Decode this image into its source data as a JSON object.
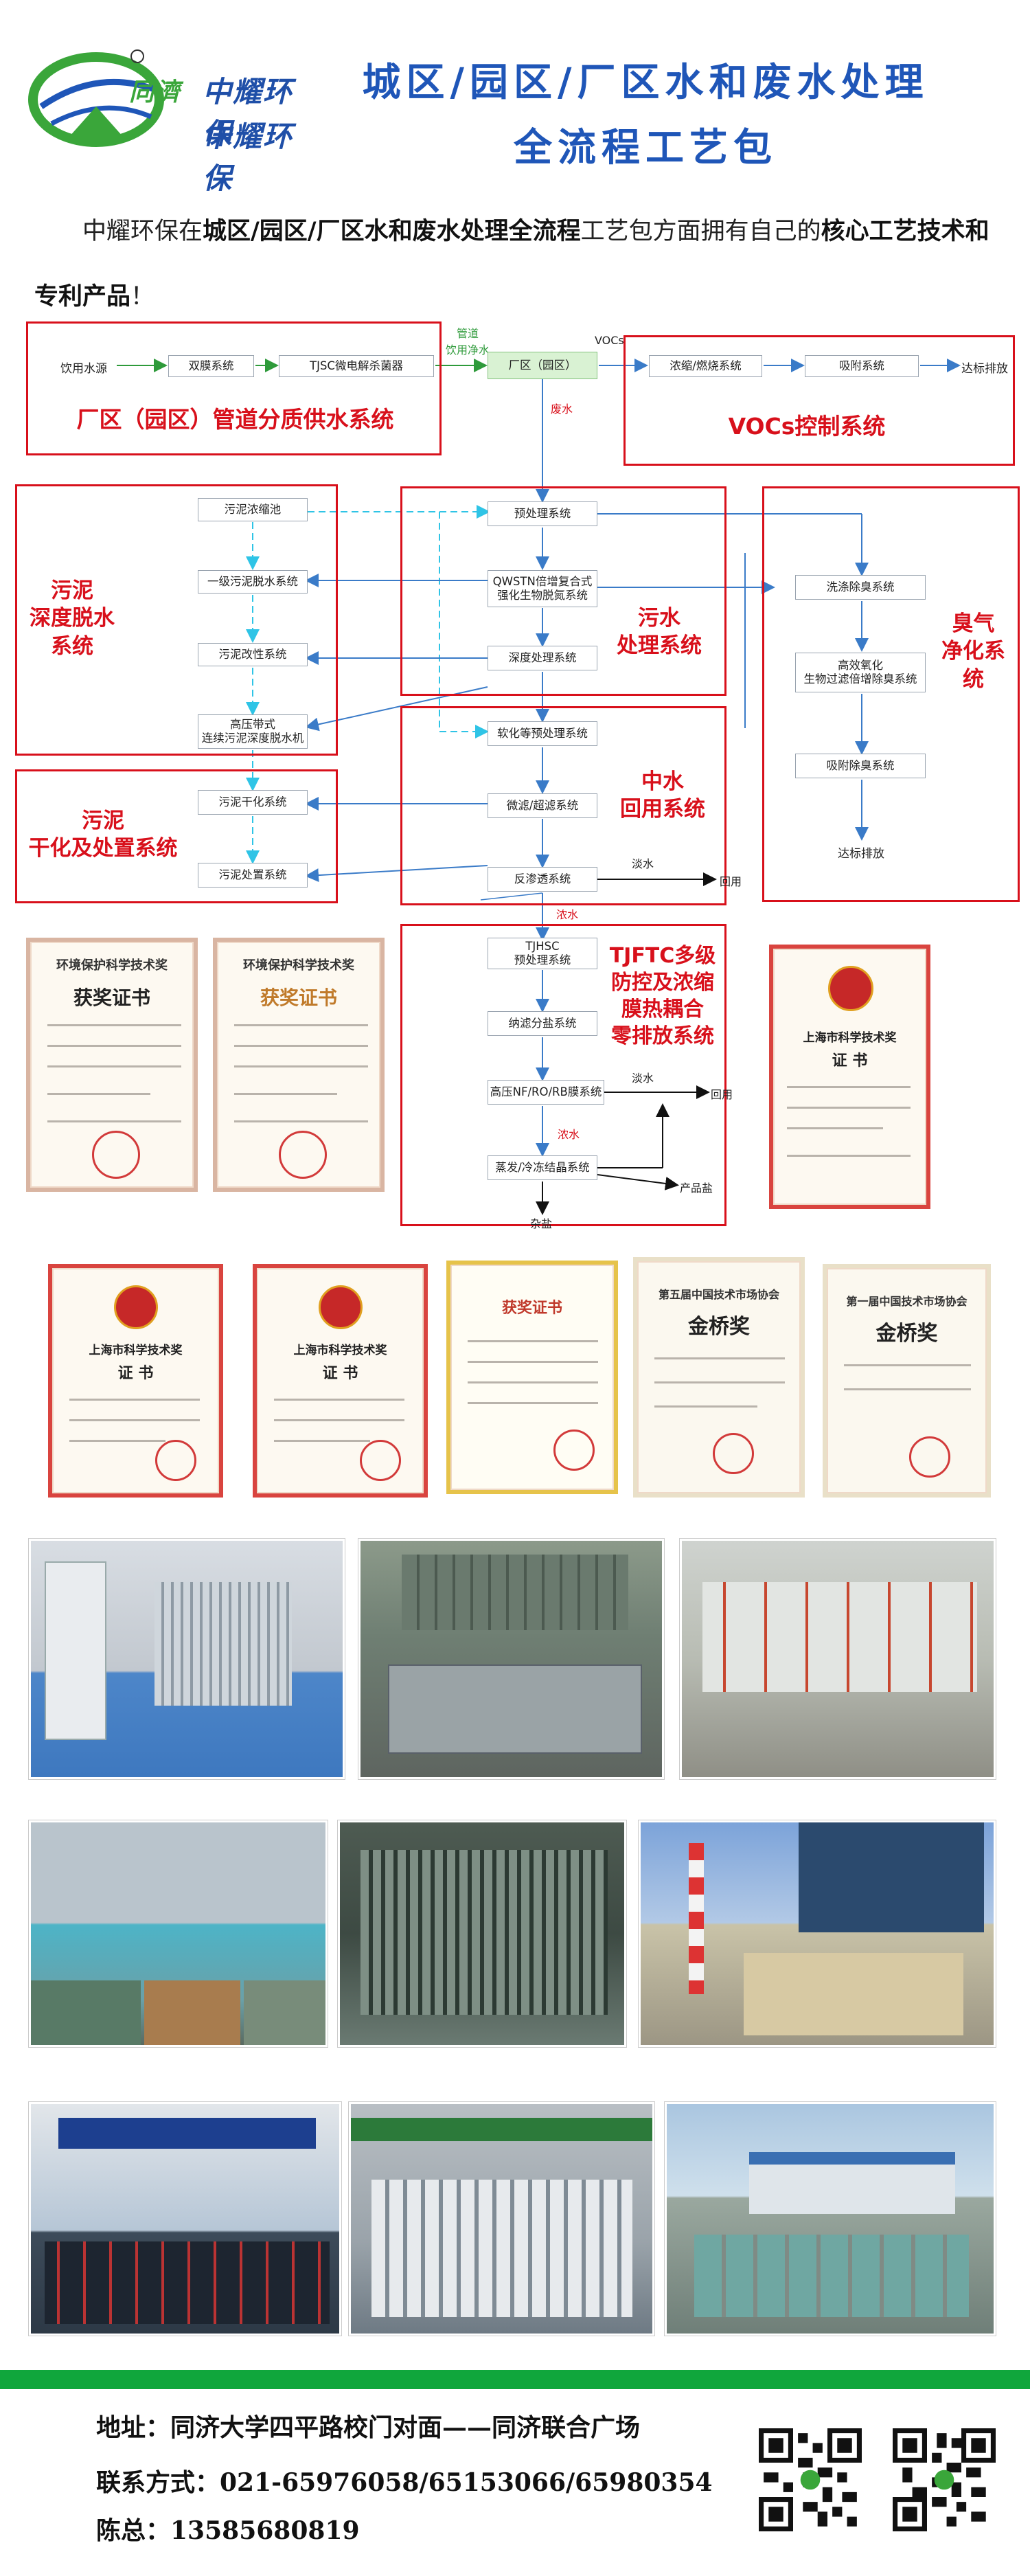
{
  "logo": {
    "brand1": "同濟",
    "brand2": "中耀环保",
    "brand3": "中耀环保"
  },
  "title": {
    "line1": "城区/园区/厂区水和废水处理",
    "line2": "全流程工艺包"
  },
  "intro": {
    "p1": "中耀环保在",
    "b1": "城区/园区/厂区水和废水处理全流程",
    "p2": "工艺包方面拥有自己的",
    "b2": "核心工艺技术和专利产品",
    "p3": "！"
  },
  "flow": {
    "supply": {
      "label": "厂区（园区）管道分质供水系统",
      "n1": "饮用水源",
      "n2": "双膜系统",
      "n3": "TJSC微电解杀菌器",
      "pipe": "管道\n饮用净水",
      "plant": "厂区（园区）"
    },
    "voc": {
      "label": "VOCs控制系统",
      "tag": "VOCs",
      "n1": "浓缩/燃烧系统",
      "n2": "吸附系统",
      "n3": "达标排放"
    },
    "waste_label": "废水",
    "sludge": {
      "label": "污泥\n深度脱水系统",
      "n1": "污泥浓缩池",
      "n2": "一级污泥脱水系统",
      "n3": "污泥改性系统",
      "n4": "高压带式\n连续污泥深度脱水机"
    },
    "dry": {
      "label": "污泥\n干化及处置系统",
      "n1": "污泥干化系统",
      "n2": "污泥处置系统"
    },
    "sewage": {
      "label": "污水\n处理系统",
      "n1": "预处理系统",
      "n2": "QWSTN倍增复合式\n强化生物脱氮系统",
      "n3": "深度处理系统"
    },
    "reuse": {
      "label": "中水\n回用系统",
      "n1": "软化等预处理系统",
      "n2": "微滤/超滤系统",
      "n3": "反渗透系统",
      "fresh": "淡水",
      "back": "回用",
      "conc": "浓水"
    },
    "odor": {
      "label": "臭气\n净化系统",
      "n1": "洗涤除臭系统",
      "n2": "高效氧化\n生物过滤倍增除臭系统",
      "n3": "吸附除臭系统",
      "n4": "达标排放"
    },
    "zld": {
      "label": "TJFTC多级\n防控及浓缩\n膜热耦合\n零排放系统",
      "n1": "TJHSC\n预处理系统",
      "n2": "纳滤分盐系统",
      "n3": "高压NF/RO/RB膜系统",
      "n4": "蒸发/冷冻结晶系统",
      "fresh": "淡水",
      "back": "回用",
      "conc": "浓水",
      "salt": "产品盐",
      "mixed": "杂盐"
    }
  },
  "certs": {
    "c1": {
      "head": "环境保护科学技术奖",
      "title": "获奖证书"
    },
    "c2": {
      "head": "环境保护科学技术奖",
      "title": "获奖证书"
    },
    "c3": {
      "head": "上海市科学技术奖",
      "title": "证 书"
    },
    "c4": {
      "head": "上海市科学技术奖",
      "title": "证 书"
    },
    "c5": {
      "head": "上海市科学技术奖",
      "title": "证 书"
    },
    "c6": {
      "head": "",
      "title": "获奖证书"
    },
    "c7": {
      "head": "第五届中国技术市场协会",
      "title": "金桥奖"
    },
    "c8": {
      "head": "第一届中国技术市场协会",
      "title": "金桥奖"
    }
  },
  "footer": {
    "address": "地址：同济大学四平路校门对面——同济联合广场",
    "contact": "联系方式：021-65976058/65153066/65980354",
    "person": "陈总：13585680819"
  },
  "colors": {
    "red": "#d8101b",
    "blue": "#1f56b8",
    "green": "#10a63c",
    "cyan": "#2fc4e6"
  }
}
